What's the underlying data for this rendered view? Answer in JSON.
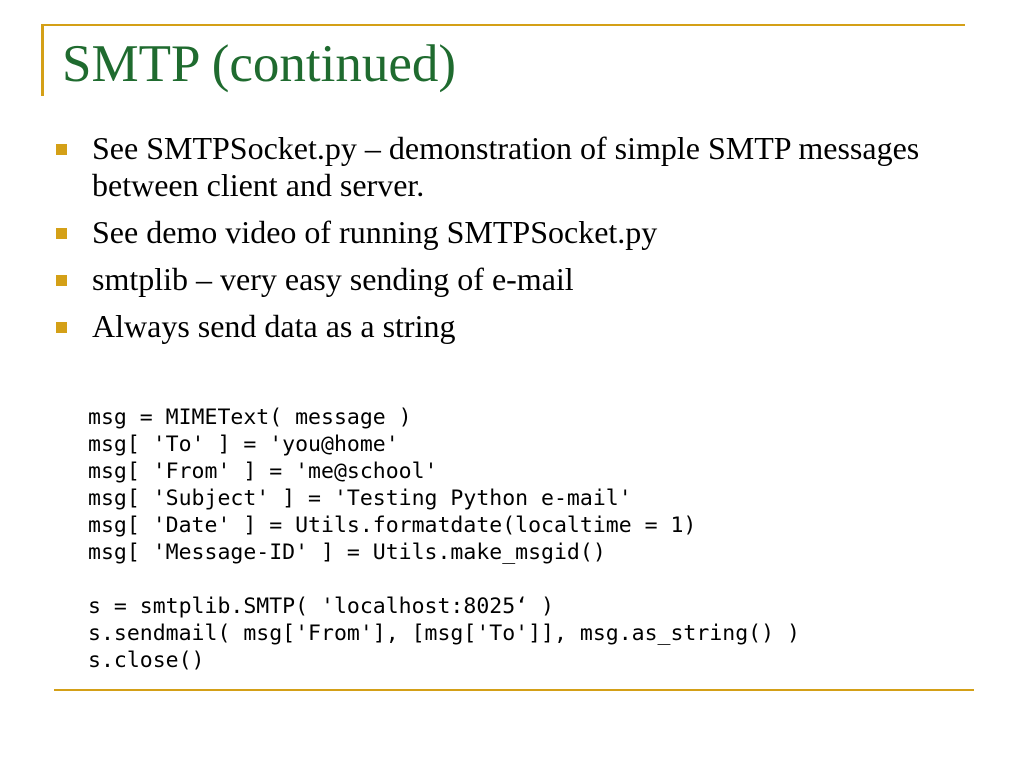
{
  "slide": {
    "title": "SMTP (continued)",
    "bullets": [
      "See SMTPSocket.py – demonstration of simple SMTP messages between client and server.",
      "See demo video of running SMTPSocket.py",
      "smtplib – very easy sending of e-mail",
      "Always send data as a string"
    ],
    "code_lines": [
      "msg = MIMEText( message )",
      "msg[ 'To' ] = 'you@home'",
      "msg[ 'From' ] = 'me@school'",
      "msg[ 'Subject' ] = 'Testing Python e-mail'",
      "msg[ 'Date' ] = Utils.formatdate(localtime = 1)",
      "msg[ 'Message-ID' ] = Utils.make_msgid()",
      "",
      "s = smtplib.SMTP( 'localhost:8025‘ )",
      "s.sendmail( msg['From'], [msg['To']], msg.as_string() )",
      "s.close()"
    ]
  },
  "colors": {
    "title": "#1f6b2f",
    "accent": "#d4a017",
    "text": "#000000",
    "background": "#ffffff"
  }
}
